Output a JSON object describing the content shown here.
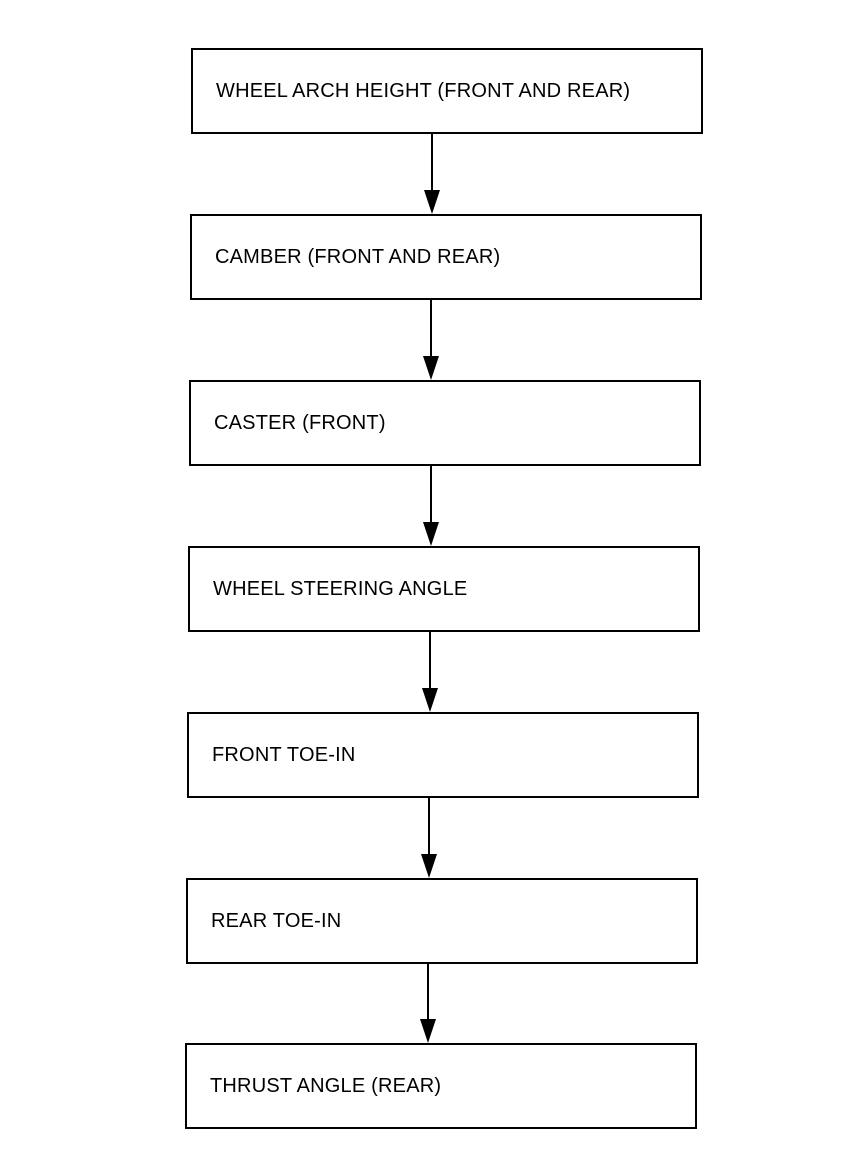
{
  "diagram": {
    "steps": [
      "WHEEL ARCH HEIGHT (FRONT AND REAR)",
      "CAMBER (FRONT AND REAR)",
      "CASTER (FRONT)",
      "WHEEL STEERING ANGLE",
      "FRONT TOE-IN",
      "REAR TOE-IN",
      "THRUST ANGLE (REAR)"
    ],
    "line_color": "#000000"
  }
}
